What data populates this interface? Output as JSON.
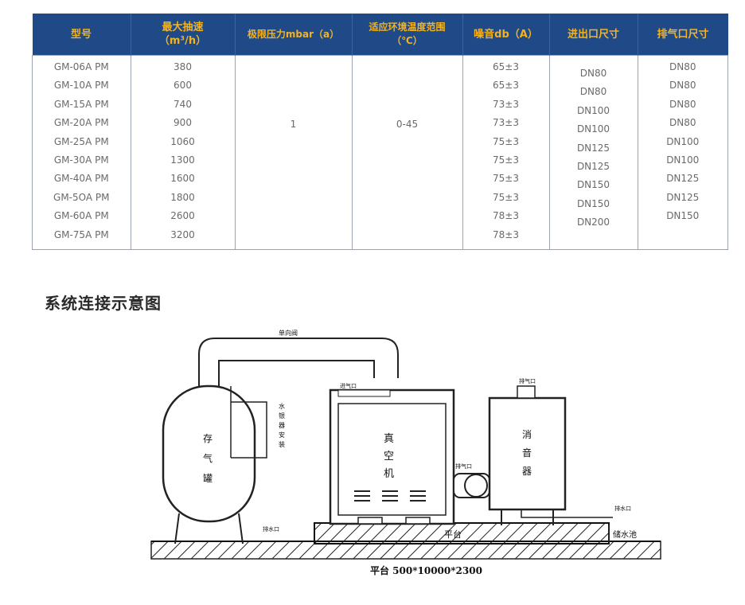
{
  "table": {
    "headers": [
      "型号",
      "最大抽速",
      "（m³/h）",
      "极限压力mbar（a）",
      "适应环境温度范围",
      "（℃）",
      "噪音db（A）",
      "进出口尺寸",
      "排气口尺寸"
    ],
    "models": [
      "GM-06A PM",
      "GM-10A PM",
      "GM-15A PM",
      "GM-20A PM",
      "GM-25A PM",
      "GM-30A PM",
      "GM-40A PM",
      "GM-5OA PM",
      "GM-60A PM",
      "GM-75A PM"
    ],
    "speeds": [
      "380",
      "600",
      "740",
      "900",
      "1060",
      "1300",
      "1600",
      "1800",
      "2600",
      "3200"
    ],
    "pressure": "1",
    "temperature": "0-45",
    "noise": [
      "65±3",
      "65±3",
      "73±3",
      "73±3",
      "75±3",
      "75±3",
      "75±3",
      "75±3",
      "78±3",
      "78±3"
    ],
    "inlet": [
      "DN80",
      "DN80",
      "DN100",
      "DN100",
      "DN125",
      "DN125",
      "DN150",
      "DN150",
      "DN200"
    ],
    "exhaust": [
      "DN80",
      "DN80",
      "DN80",
      "DN80",
      "DN100",
      "DN100",
      "DN125",
      "DN125",
      "DN150"
    ]
  },
  "section_title": "系统连接示意图",
  "diagram": {
    "valve_label": "单向阀",
    "tank_label": [
      "存",
      "气",
      "罐"
    ],
    "vacuum_label": [
      "真",
      "空",
      "机"
    ],
    "muffler_label": [
      "消",
      "音",
      "器"
    ],
    "gauge_label": [
      "水",
      "银",
      "器",
      "安",
      "装"
    ],
    "pump_tag": "排气口",
    "drain_label": "储水池",
    "platform_label": "平台",
    "platform_spec": "平台  500*10000*2300",
    "small_tag1": "进气口",
    "small_tag2": "排气口",
    "small_tag3": "排水口",
    "small_tag4": "排水口"
  }
}
